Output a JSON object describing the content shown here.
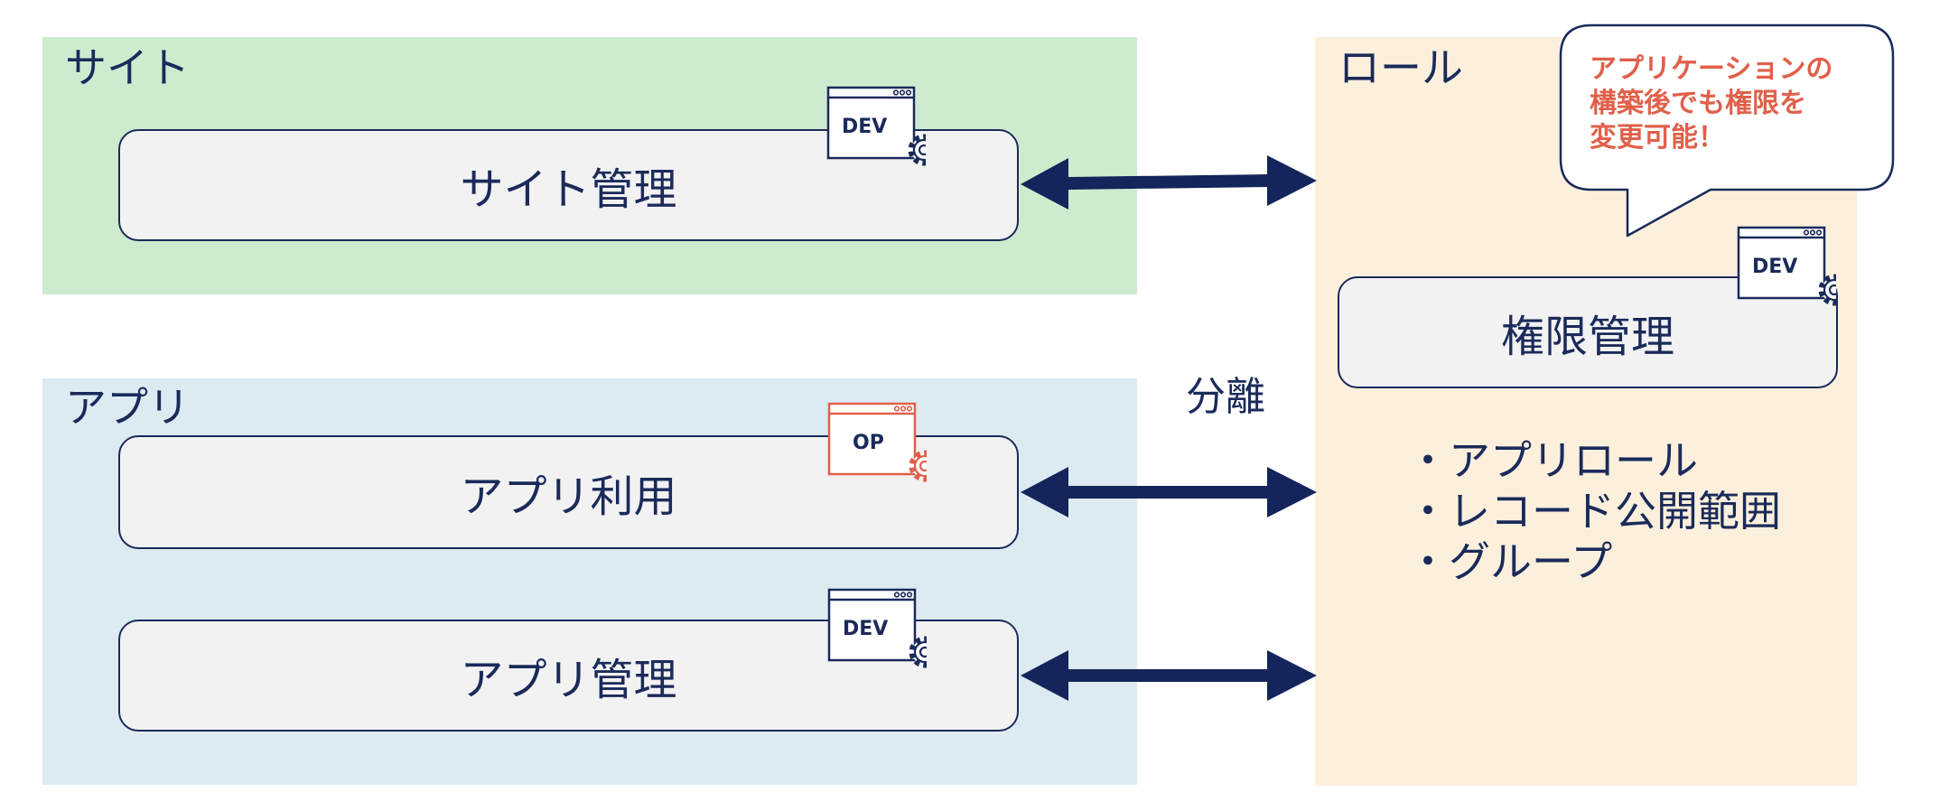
{
  "regions": {
    "site": {
      "title": "サイト"
    },
    "app": {
      "title": "アプリ"
    },
    "role": {
      "title": "ロール"
    }
  },
  "boxes": {
    "site_admin": "サイト管理",
    "app_use": "アプリ利用",
    "app_admin": "アプリ管理",
    "permission_admin": "権限管理"
  },
  "icons": {
    "site_admin": {
      "label": "DEV",
      "icon": "dev-window-gear-icon",
      "color": "#1a2a5a"
    },
    "app_use": {
      "label": "OP",
      "icon": "op-window-gear-icon",
      "color": "#e0604a"
    },
    "app_admin": {
      "label": "DEV",
      "icon": "dev-window-gear-icon",
      "color": "#1a2a5a"
    },
    "permission_admin": {
      "label": "DEV",
      "icon": "dev-window-gear-icon",
      "color": "#1a2a5a"
    }
  },
  "separation_label": "分離",
  "role_items": [
    "アプリロール",
    "レコード公開範囲",
    "グループ"
  ],
  "callout": {
    "lines": [
      "アプリケーションの",
      "構築後でも権限を",
      "変更可能！"
    ],
    "color": "#e0604a"
  },
  "colors": {
    "navy": "#1a2a5a",
    "site_bg": "#cdebcf",
    "app_bg": "#dcebf2",
    "role_bg": "#fcf0dc",
    "accent": "#e0604a"
  }
}
